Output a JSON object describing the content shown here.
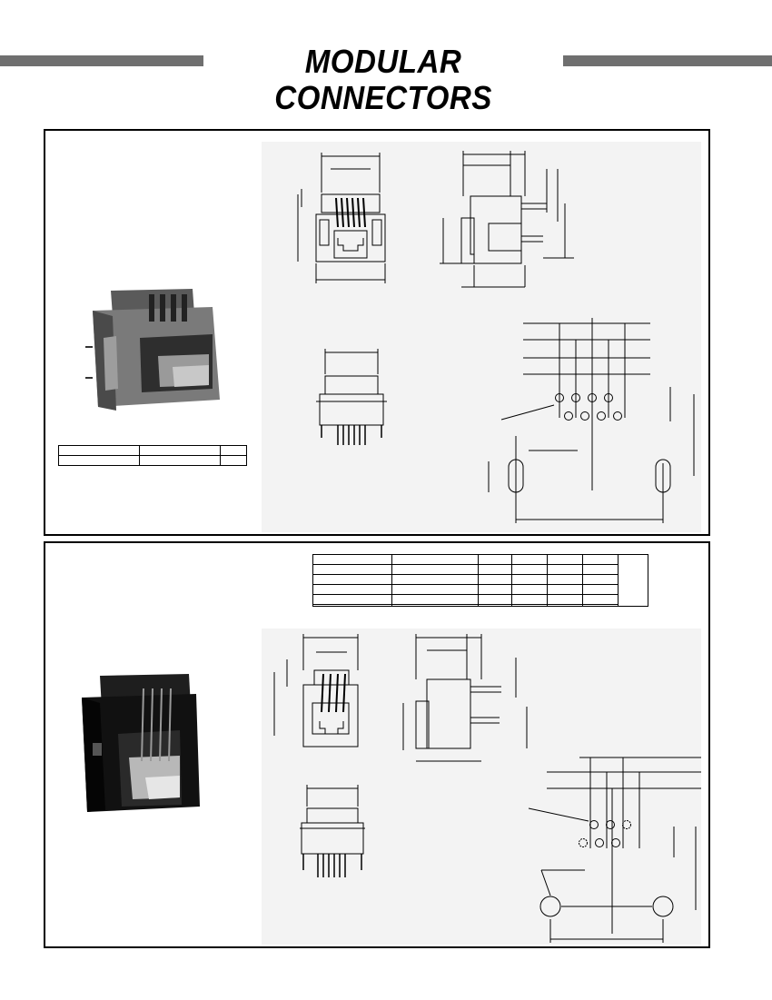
{
  "header": {
    "title": "MODULAR CONNECTORS"
  },
  "colors": {
    "bar": "#6f6f6f",
    "drawing_background": "#f3f3f3",
    "photo_dark": "#1a1a1a",
    "photo_gray": "#7a7a7a"
  },
  "panels": [
    {
      "name": "connector-panel-1",
      "photo": "modular-jack-photo-gray",
      "spec_table": {
        "rows": 2,
        "cols": 3
      }
    },
    {
      "name": "connector-panel-2",
      "photo": "modular-jack-photo-black",
      "spec_table": {
        "rows": 6,
        "cols": 7
      }
    }
  ]
}
